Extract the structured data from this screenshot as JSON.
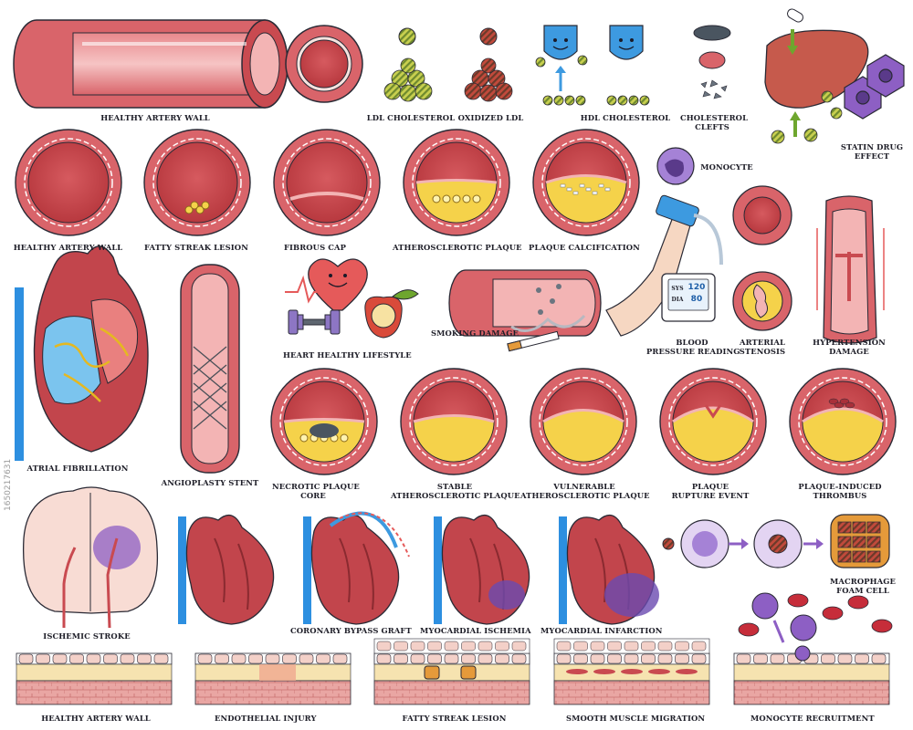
{
  "labels": {
    "healthy_artery_wall_top": "HEALTHY ARTERY WALL",
    "ldl": "LDL CHOLESTEROL",
    "oxidized_ldl": "OXIDIZED LDL",
    "hdl": "HDL CHOLESTEROL",
    "cholesterol_clefts_1": "CHOLESTEROL",
    "cholesterol_clefts_2": "CLEFTS",
    "statin_1": "STATIN DRUG",
    "statin_2": "EFFECT",
    "monocyte": "MONOCYTE",
    "healthy_artery_wall_row2": "HEALTHY ARTERY WALL",
    "fatty_streak_lesion_row2": "FATTY STREAK LESION",
    "fibrous_cap": "FIBROUS CAP",
    "atherosclerotic_plaque": "ATHEROSCLEROTIC PLAQUE",
    "plaque_calcification": "PLAQUE CALCIFICATION",
    "atrial_fibrillation": "ATRIAL FIBRILLATION",
    "angioplasty_stent": "ANGIOPLASTY STENT",
    "heart_healthy_lifestyle": "HEART HEALTHY LIFESTYLE",
    "smoking_damage": "SMOKING DAMAGE",
    "bp_1": "BLOOD",
    "bp_2": "PRESSURE READING",
    "arterial_stenosis_1": "ARTERIAL",
    "arterial_stenosis_2": "STENOSIS",
    "hypertension_1": "HYPERTENSION",
    "hypertension_2": "DAMAGE",
    "necrotic_1": "NECROTIC PLAQUE",
    "necrotic_2": "CORE",
    "stable_1": "STABLE",
    "stable_2": "ATHEROSCLEROTIC PLAQUE",
    "vulnerable_1": "VULNERABLE",
    "vulnerable_2": "ATHEROSCLEROTIC PLAQUE",
    "rupture_1": "PLAQUE",
    "rupture_2": "RUPTURE EVENT",
    "thrombus_1": "PLAQUE-INDUCED",
    "thrombus_2": "THROMBUS",
    "ischemic_stroke": "ISCHEMIC STROKE",
    "coronary_bypass": "CORONARY BYPASS GRAFT",
    "myocardial_ischemia": "MYOCARDIAL ISCHEMIA",
    "myocardial_infarction": "MYOCARDIAL INFARCTION",
    "macrophage_1": "MACROPHAGE",
    "macrophage_2": "FOAM CELL",
    "healthy_artery_wall_bottom": "HEALTHY ARTERY WALL",
    "endothelial_injury": "ENDOTHELIAL INJURY",
    "fatty_streak_lesion_bottom": "FATTY STREAK LESION",
    "smooth_muscle_migration": "SMOOTH MUSCLE MIGRATION",
    "monocyte_recruitment": "MONOCYTE RECRUITMENT"
  },
  "bp_monitor": {
    "sys_label": "SYS",
    "dia_label": "DIA",
    "sys_value": "120",
    "dia_value": "80"
  },
  "watermark": "1650217631",
  "colors": {
    "vessel": "#d9646a",
    "vessel_light": "#f2a7a8",
    "lumen": "#c94a50",
    "plaque": "#f5d24a",
    "outline": "#2a2a35",
    "blood_blue": "#2d8fe0",
    "monocyte": "#8d5fc4",
    "hdl_shield": "#3d9ae0",
    "ldl": "#b8c24a"
  }
}
